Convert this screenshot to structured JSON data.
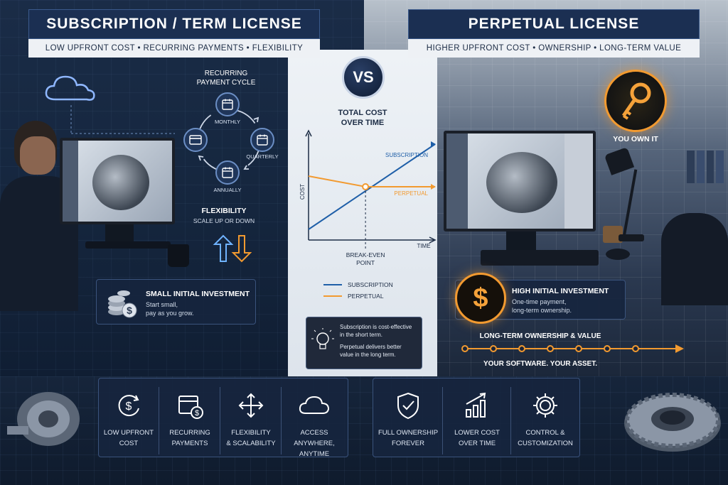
{
  "colors": {
    "accent_orange": "#f29a30",
    "subscription_blue": "#1f5fa8",
    "navy": "#1b2f52"
  },
  "left": {
    "title": "SUBSCRIPTION / TERM LICENSE",
    "subtitle": "LOW UPFRONT COST  •  RECURRING PAYMENTS  •  FLEXIBILITY",
    "cycle": {
      "title_line1": "RECURRING",
      "title_line2": "PAYMENT CYCLE",
      "monthly": "MONTHLY",
      "quarterly": "QUARTERLY",
      "annually": "ANNUALLY"
    },
    "flexibility": {
      "title": "FLEXIBILITY",
      "text": "SCALE UP OR DOWN"
    },
    "investment": {
      "title": "SMALL INITIAL INVESTMENT",
      "line1": "Start small,",
      "line2": "pay as you grow."
    }
  },
  "vs": "VS",
  "right": {
    "title": "PERPETUAL LICENSE",
    "subtitle": "HIGHER UPFRONT COST  •  OWNERSHIP  •  LONG-TERM VALUE",
    "key_caption": "YOU OWN IT",
    "investment": {
      "title": "HIGH INITIAL INVESTMENT",
      "line1": "One-time payment,",
      "line2": "long-term ownership."
    },
    "timeline_title": "LONG-TERM OWNERSHIP & VALUE",
    "tagline": "YOUR SOFTWARE. YOUR ASSET."
  },
  "chart_data": {
    "type": "line",
    "title": "TOTAL COST OVER TIME",
    "title_line1": "TOTAL COST",
    "title_line2": "OVER TIME",
    "xlabel": "TIME",
    "ylabel": "COST",
    "series": [
      {
        "name": "SUBSCRIPTION",
        "x": [
          0,
          10
        ],
        "y": [
          1,
          9
        ],
        "color": "#1f5fa8"
      },
      {
        "name": "PERPETUAL",
        "x": [
          0,
          4.5,
          10
        ],
        "y": [
          6,
          5,
          5
        ],
        "color": "#f29a30"
      }
    ],
    "annotation_line1": "BREAK-EVEN",
    "annotation_line2": "POINT",
    "break_even": {
      "x": 4.5,
      "y": 5
    },
    "xlim": [
      0,
      10
    ],
    "ylim": [
      0,
      10
    ],
    "legend": [
      {
        "name": "SUBSCRIPTION",
        "color": "#1f5fa8"
      },
      {
        "name": "PERPETUAL",
        "color": "#f29a30"
      }
    ]
  },
  "insight": {
    "line1": "Subscription is cost-effective",
    "line2": "in the short term.",
    "line3": "Perpetual delivers better",
    "line4": "value in the long term."
  },
  "bottom_left": [
    {
      "icon": "dollar-cycle-icon",
      "line1": "LOW UPFRONT",
      "line2": "COST"
    },
    {
      "icon": "calendar-dollar-icon",
      "line1": "RECURRING",
      "line2": "PAYMENTS"
    },
    {
      "icon": "arrows-expand-icon",
      "line1": "FLEXIBILITY",
      "line2": "& SCALABILITY"
    },
    {
      "icon": "cloud-icon",
      "line1": "ACCESS ANYWHERE,",
      "line2": "ANYTIME"
    }
  ],
  "bottom_right": [
    {
      "icon": "shield-check-icon",
      "line1": "FULL OWNERSHIP",
      "line2": "FOREVER"
    },
    {
      "icon": "bar-chart-up-icon",
      "line1": "LOWER COST",
      "line2": "OVER TIME"
    },
    {
      "icon": "gear-icon",
      "line1": "CONTROL &",
      "line2": "CUSTOMIZATION"
    }
  ]
}
